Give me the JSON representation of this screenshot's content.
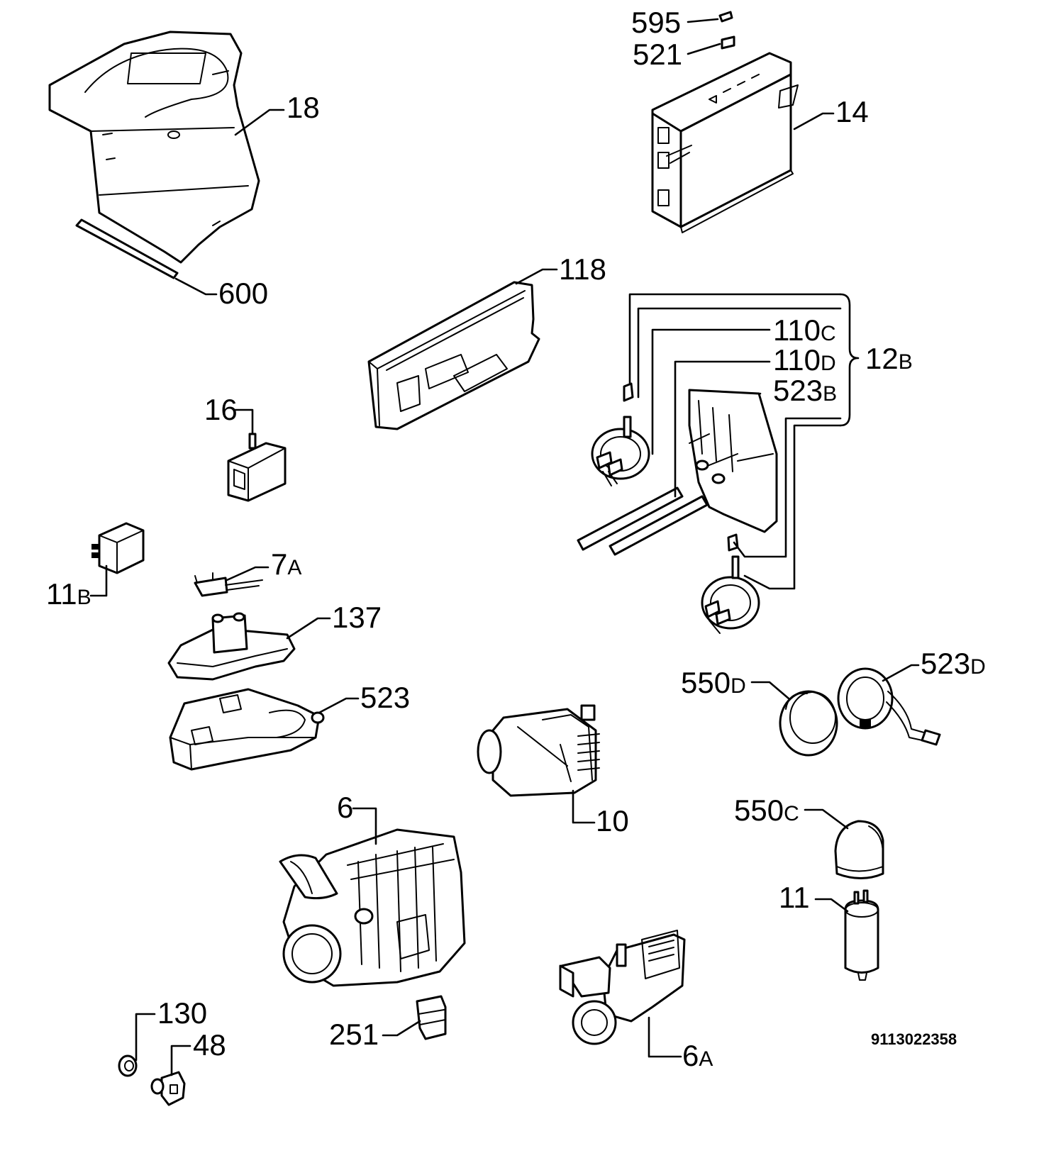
{
  "labels": {
    "p18": "18",
    "p600": "600",
    "p595": "595",
    "p521": "521",
    "p14": "14",
    "p118": "118",
    "p110c": "110",
    "p110c_sub": "C",
    "p110d": "110",
    "p110d_sub": "D",
    "p12b": "12",
    "p12b_sub": "B",
    "p523b": "523",
    "p523b_sub": "B",
    "p16": "16",
    "p11b": "11",
    "p11b_sub": "B",
    "p7a": "7",
    "p7a_sub": "A",
    "p137": "137",
    "p523": "523",
    "p550d": "550",
    "p550d_sub": "D",
    "p523d": "523",
    "p523d_sub": "D",
    "p6": "6",
    "p10": "10",
    "p550c": "550",
    "p550c_sub": "C",
    "p11": "11",
    "p130": "130",
    "p48": "48",
    "p251": "251",
    "p6a": "6",
    "p6a_sub": "A"
  },
  "drawing_code": "9113022358",
  "colors": {
    "line": "#000000",
    "fill": "#ffffff"
  }
}
